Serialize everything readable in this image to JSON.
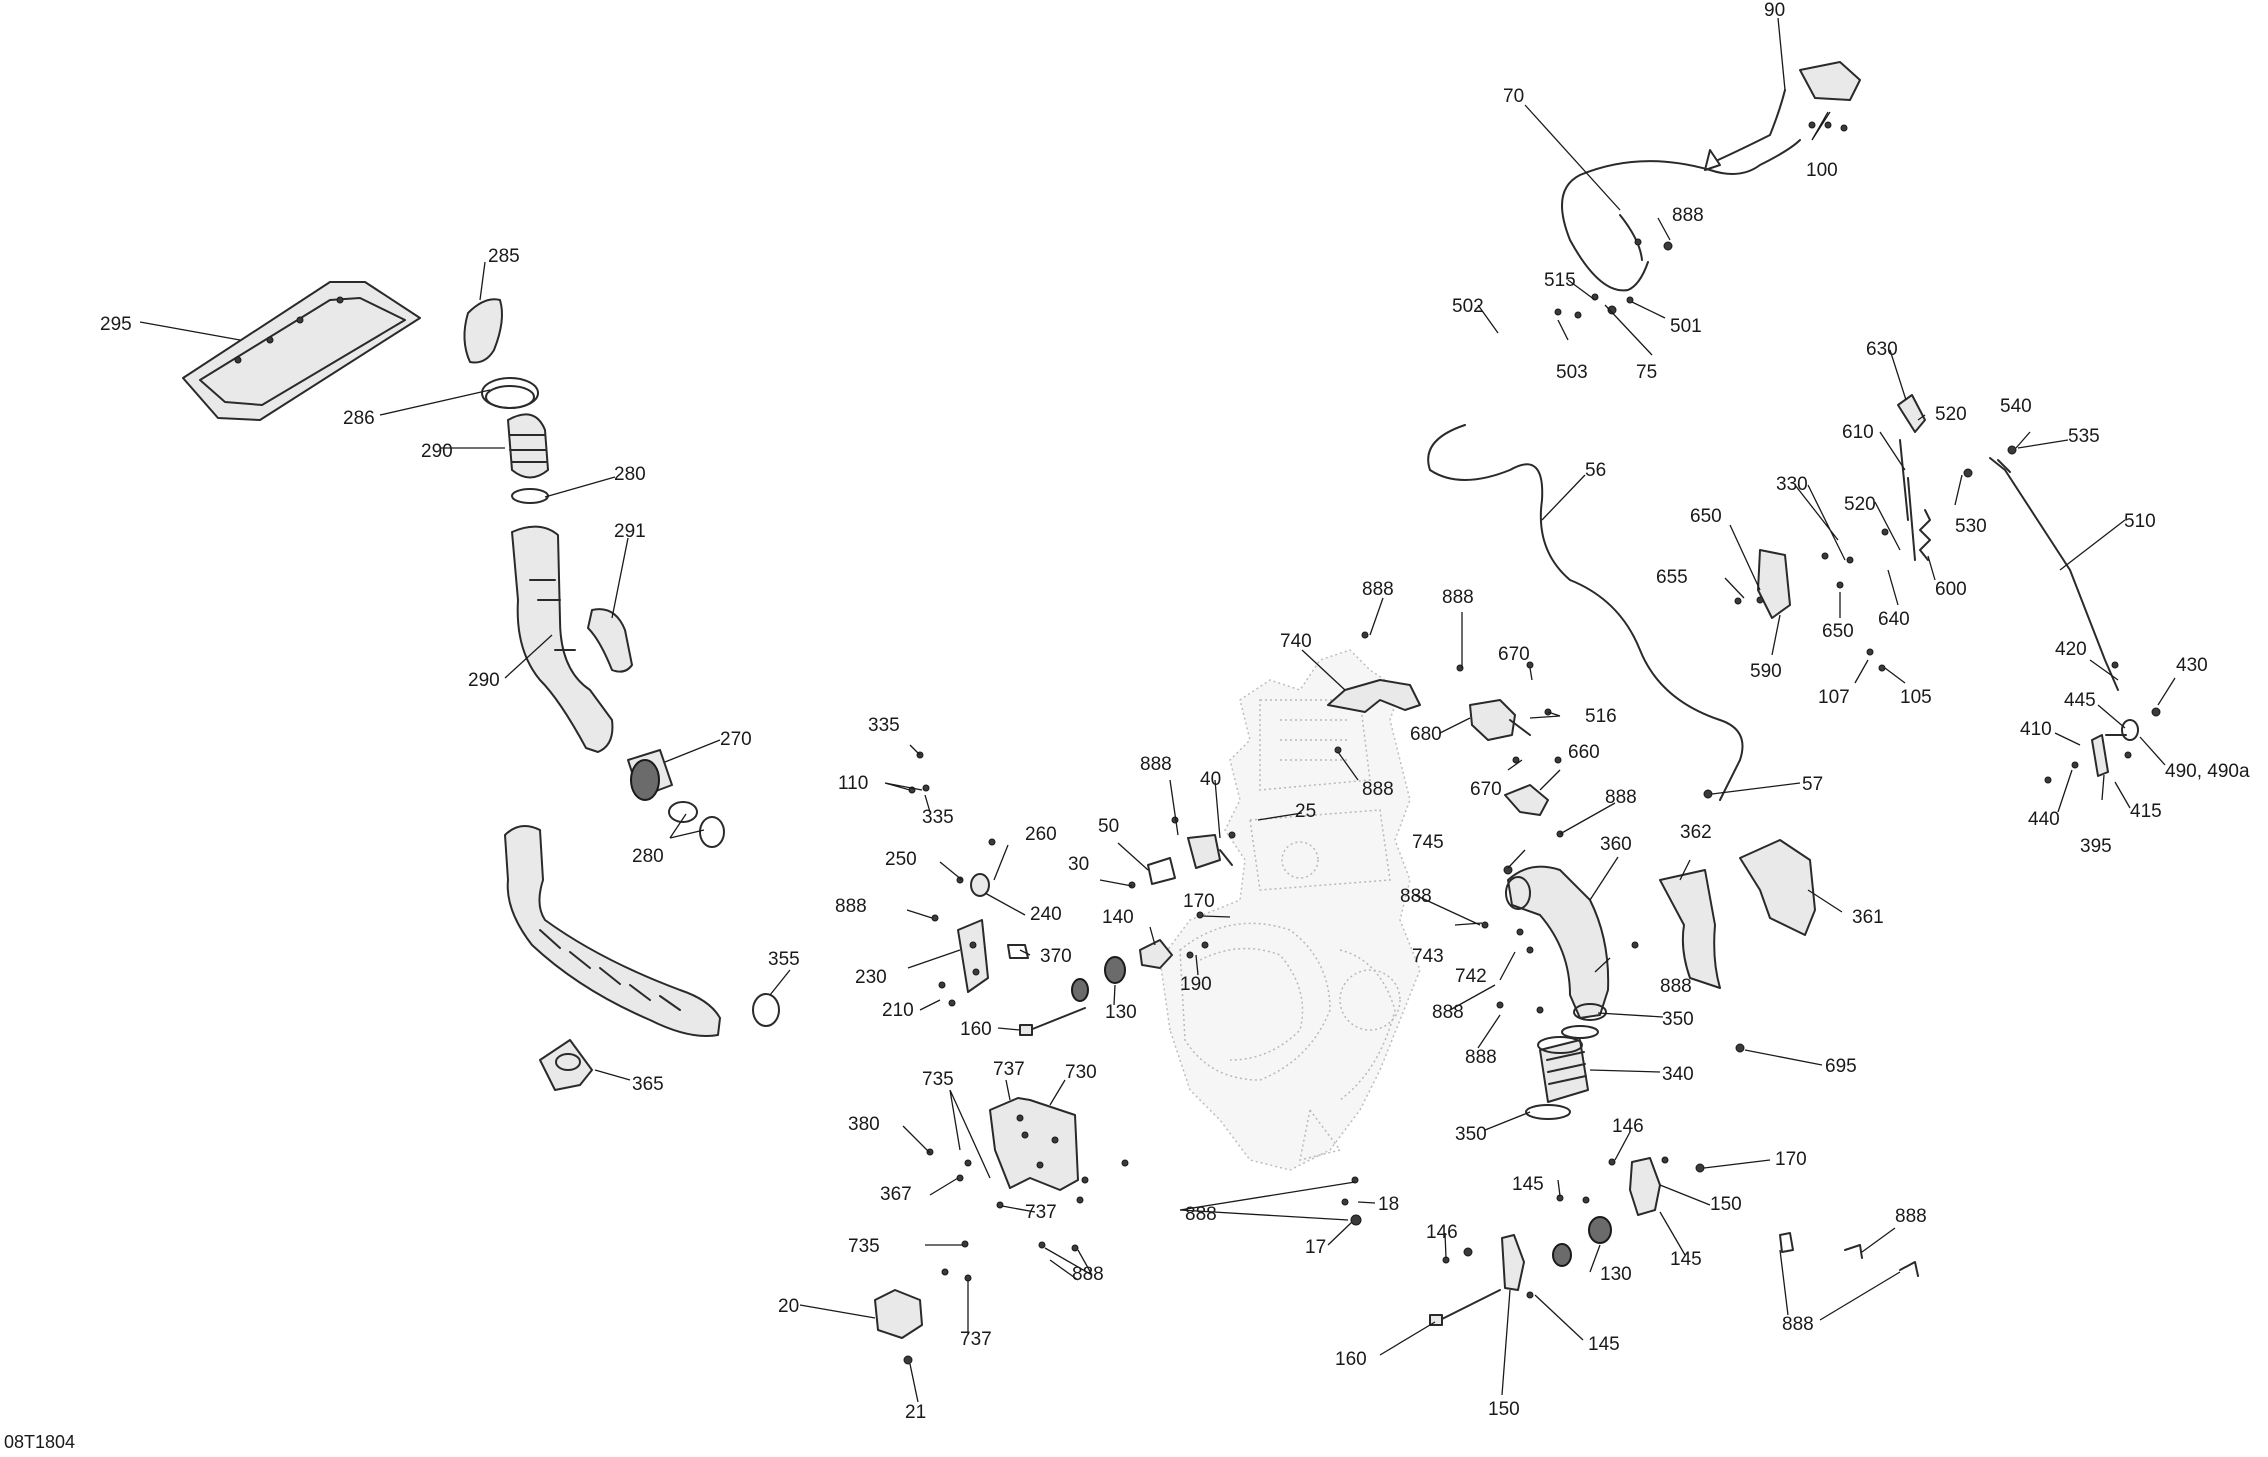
{
  "diagram": {
    "reference_code": "08T1804",
    "callouts": [
      {
        "id": "c90",
        "text": "90"
      },
      {
        "id": "c70",
        "text": "70"
      },
      {
        "id": "c100",
        "text": "100"
      },
      {
        "id": "c888a",
        "text": "888"
      },
      {
        "id": "c515",
        "text": "515"
      },
      {
        "id": "c502",
        "text": "502"
      },
      {
        "id": "c501",
        "text": "501"
      },
      {
        "id": "c503",
        "text": "503"
      },
      {
        "id": "c75",
        "text": "75"
      },
      {
        "id": "c285",
        "text": "285"
      },
      {
        "id": "c295",
        "text": "295"
      },
      {
        "id": "c286",
        "text": "286"
      },
      {
        "id": "c290a",
        "text": "290"
      },
      {
        "id": "c280a",
        "text": "280"
      },
      {
        "id": "c291",
        "text": "291"
      },
      {
        "id": "c290b",
        "text": "290"
      },
      {
        "id": "c270",
        "text": "270"
      },
      {
        "id": "c280b",
        "text": "280"
      },
      {
        "id": "c355",
        "text": "355"
      },
      {
        "id": "c365",
        "text": "365"
      },
      {
        "id": "c630",
        "text": "630"
      },
      {
        "id": "c520a",
        "text": "520"
      },
      {
        "id": "c540",
        "text": "540"
      },
      {
        "id": "c535",
        "text": "535"
      },
      {
        "id": "c610",
        "text": "610"
      },
      {
        "id": "c530",
        "text": "530"
      },
      {
        "id": "c56",
        "text": "56"
      },
      {
        "id": "c330",
        "text": "330"
      },
      {
        "id": "c520b",
        "text": "520"
      },
      {
        "id": "c510",
        "text": "510"
      },
      {
        "id": "c650a",
        "text": "650"
      },
      {
        "id": "c655",
        "text": "655"
      },
      {
        "id": "c600",
        "text": "600"
      },
      {
        "id": "c650b",
        "text": "650"
      },
      {
        "id": "c640",
        "text": "640"
      },
      {
        "id": "c590",
        "text": "590"
      },
      {
        "id": "c420",
        "text": "420"
      },
      {
        "id": "c107",
        "text": "107"
      },
      {
        "id": "c105",
        "text": "105"
      },
      {
        "id": "c430",
        "text": "430"
      },
      {
        "id": "c445",
        "text": "445"
      },
      {
        "id": "c410",
        "text": "410"
      },
      {
        "id": "c490",
        "text": "490, 490a"
      },
      {
        "id": "c440",
        "text": "440"
      },
      {
        "id": "c395",
        "text": "395"
      },
      {
        "id": "c415",
        "text": "415"
      },
      {
        "id": "c888b",
        "text": "888"
      },
      {
        "id": "c888c",
        "text": "888"
      },
      {
        "id": "c740",
        "text": "740"
      },
      {
        "id": "c670a",
        "text": "670"
      },
      {
        "id": "c516",
        "text": "516"
      },
      {
        "id": "c680",
        "text": "680"
      },
      {
        "id": "c888d",
        "text": "888"
      },
      {
        "id": "c670b",
        "text": "670"
      },
      {
        "id": "c660",
        "text": "660"
      },
      {
        "id": "c888e",
        "text": "888"
      },
      {
        "id": "c57",
        "text": "57"
      },
      {
        "id": "c335a",
        "text": "335"
      },
      {
        "id": "c110",
        "text": "110"
      },
      {
        "id": "c335b",
        "text": "335"
      },
      {
        "id": "c888f",
        "text": "888"
      },
      {
        "id": "c40",
        "text": "40"
      },
      {
        "id": "c25",
        "text": "25"
      },
      {
        "id": "c362",
        "text": "362"
      },
      {
        "id": "c260",
        "text": "260"
      },
      {
        "id": "c50",
        "text": "50"
      },
      {
        "id": "c745",
        "text": "745"
      },
      {
        "id": "c360",
        "text": "360"
      },
      {
        "id": "c361",
        "text": "361"
      },
      {
        "id": "c250",
        "text": "250"
      },
      {
        "id": "c30",
        "text": "30"
      },
      {
        "id": "c240",
        "text": "240"
      },
      {
        "id": "c888g",
        "text": "888"
      },
      {
        "id": "c170a",
        "text": "170"
      },
      {
        "id": "c888h",
        "text": "888"
      },
      {
        "id": "c140",
        "text": "140"
      },
      {
        "id": "c743",
        "text": "743"
      },
      {
        "id": "c230",
        "text": "230"
      },
      {
        "id": "c370",
        "text": "370"
      },
      {
        "id": "c742",
        "text": "742"
      },
      {
        "id": "c888i",
        "text": "888"
      },
      {
        "id": "c190",
        "text": "190"
      },
      {
        "id": "c210",
        "text": "210"
      },
      {
        "id": "c130a",
        "text": "130"
      },
      {
        "id": "c888j",
        "text": "888"
      },
      {
        "id": "c160a",
        "text": "160"
      },
      {
        "id": "c350a",
        "text": "350"
      },
      {
        "id": "c888k",
        "text": "888"
      },
      {
        "id": "c737a",
        "text": "737"
      },
      {
        "id": "c730",
        "text": "730"
      },
      {
        "id": "c735a",
        "text": "735"
      },
      {
        "id": "c340",
        "text": "340"
      },
      {
        "id": "c695",
        "text": "695"
      },
      {
        "id": "c380",
        "text": "380"
      },
      {
        "id": "c350b",
        "text": "350"
      },
      {
        "id": "c146a",
        "text": "146"
      },
      {
        "id": "c170b",
        "text": "170"
      },
      {
        "id": "c367",
        "text": "367"
      },
      {
        "id": "c737b",
        "text": "737"
      },
      {
        "id": "c888l",
        "text": "888"
      },
      {
        "id": "c18",
        "text": "18"
      },
      {
        "id": "c145a",
        "text": "145"
      },
      {
        "id": "c150a",
        "text": "150"
      },
      {
        "id": "c888m",
        "text": "888"
      },
      {
        "id": "c735b",
        "text": "735"
      },
      {
        "id": "c17",
        "text": "17"
      },
      {
        "id": "c146b",
        "text": "146"
      },
      {
        "id": "c130b",
        "text": "130"
      },
      {
        "id": "c145b",
        "text": "145"
      },
      {
        "id": "c888n",
        "text": "888"
      },
      {
        "id": "c20",
        "text": "20"
      },
      {
        "id": "c737c",
        "text": "737"
      },
      {
        "id": "c888o",
        "text": "888"
      },
      {
        "id": "c160b",
        "text": "160"
      },
      {
        "id": "c145c",
        "text": "145"
      },
      {
        "id": "c21",
        "text": "21"
      },
      {
        "id": "c150b",
        "text": "150"
      }
    ]
  }
}
